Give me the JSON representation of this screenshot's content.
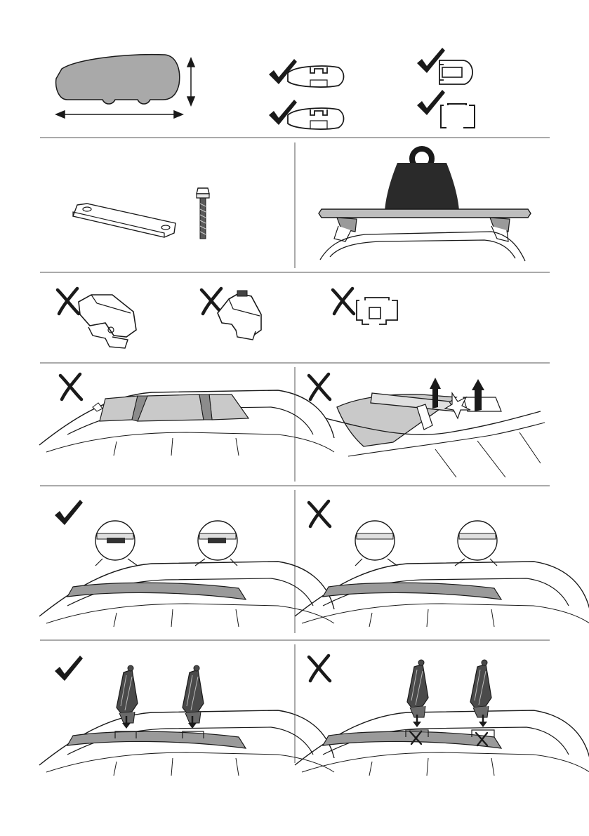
{
  "colors": {
    "ink": "#1a1a1a",
    "shade": "#a9a9a9",
    "light_shade": "#d2d2d2",
    "weight": "#2a2a2a",
    "divider": "#555555"
  },
  "marks": {
    "ok": "check-mark-icon",
    "not_ok": "cross-mark-icon"
  },
  "panels": [
    {
      "id": "roof-box-dimensions",
      "icon": "roof-box-icon"
    },
    {
      "id": "compatible-bar-profiles",
      "icon": "bar-profile-icon",
      "verdicts": [
        "ok",
        "ok",
        "ok",
        "ok"
      ]
    },
    {
      "id": "included-parts",
      "icon": "spacer-plate-and-bolt-icon"
    },
    {
      "id": "max-load-weight",
      "icon": "weight-icon"
    },
    {
      "id": "incompatible-items",
      "icon": "roof-foot-icon",
      "verdicts": [
        "not_ok",
        "not_ok",
        "not_ok"
      ]
    },
    {
      "id": "no-panoramic-glass-roof",
      "icon": "glass-roof-icon",
      "verdicts": [
        "not_ok"
      ]
    },
    {
      "id": "no-lifting-sunroof",
      "icon": "sunroof-icon",
      "verdicts": [
        "not_ok"
      ]
    },
    {
      "id": "flush-rail-with-slots",
      "icon": "magnifier-icon",
      "verdicts": [
        "ok"
      ]
    },
    {
      "id": "flush-rail-without-slots",
      "icon": "magnifier-icon",
      "verdicts": [
        "not_ok"
      ]
    },
    {
      "id": "feet-on-fixing-points",
      "icon": "roof-foot-icon",
      "verdicts": [
        "ok"
      ]
    },
    {
      "id": "feet-off-fixing-points",
      "icon": "roof-foot-icon",
      "verdicts": [
        "not_ok"
      ]
    }
  ]
}
